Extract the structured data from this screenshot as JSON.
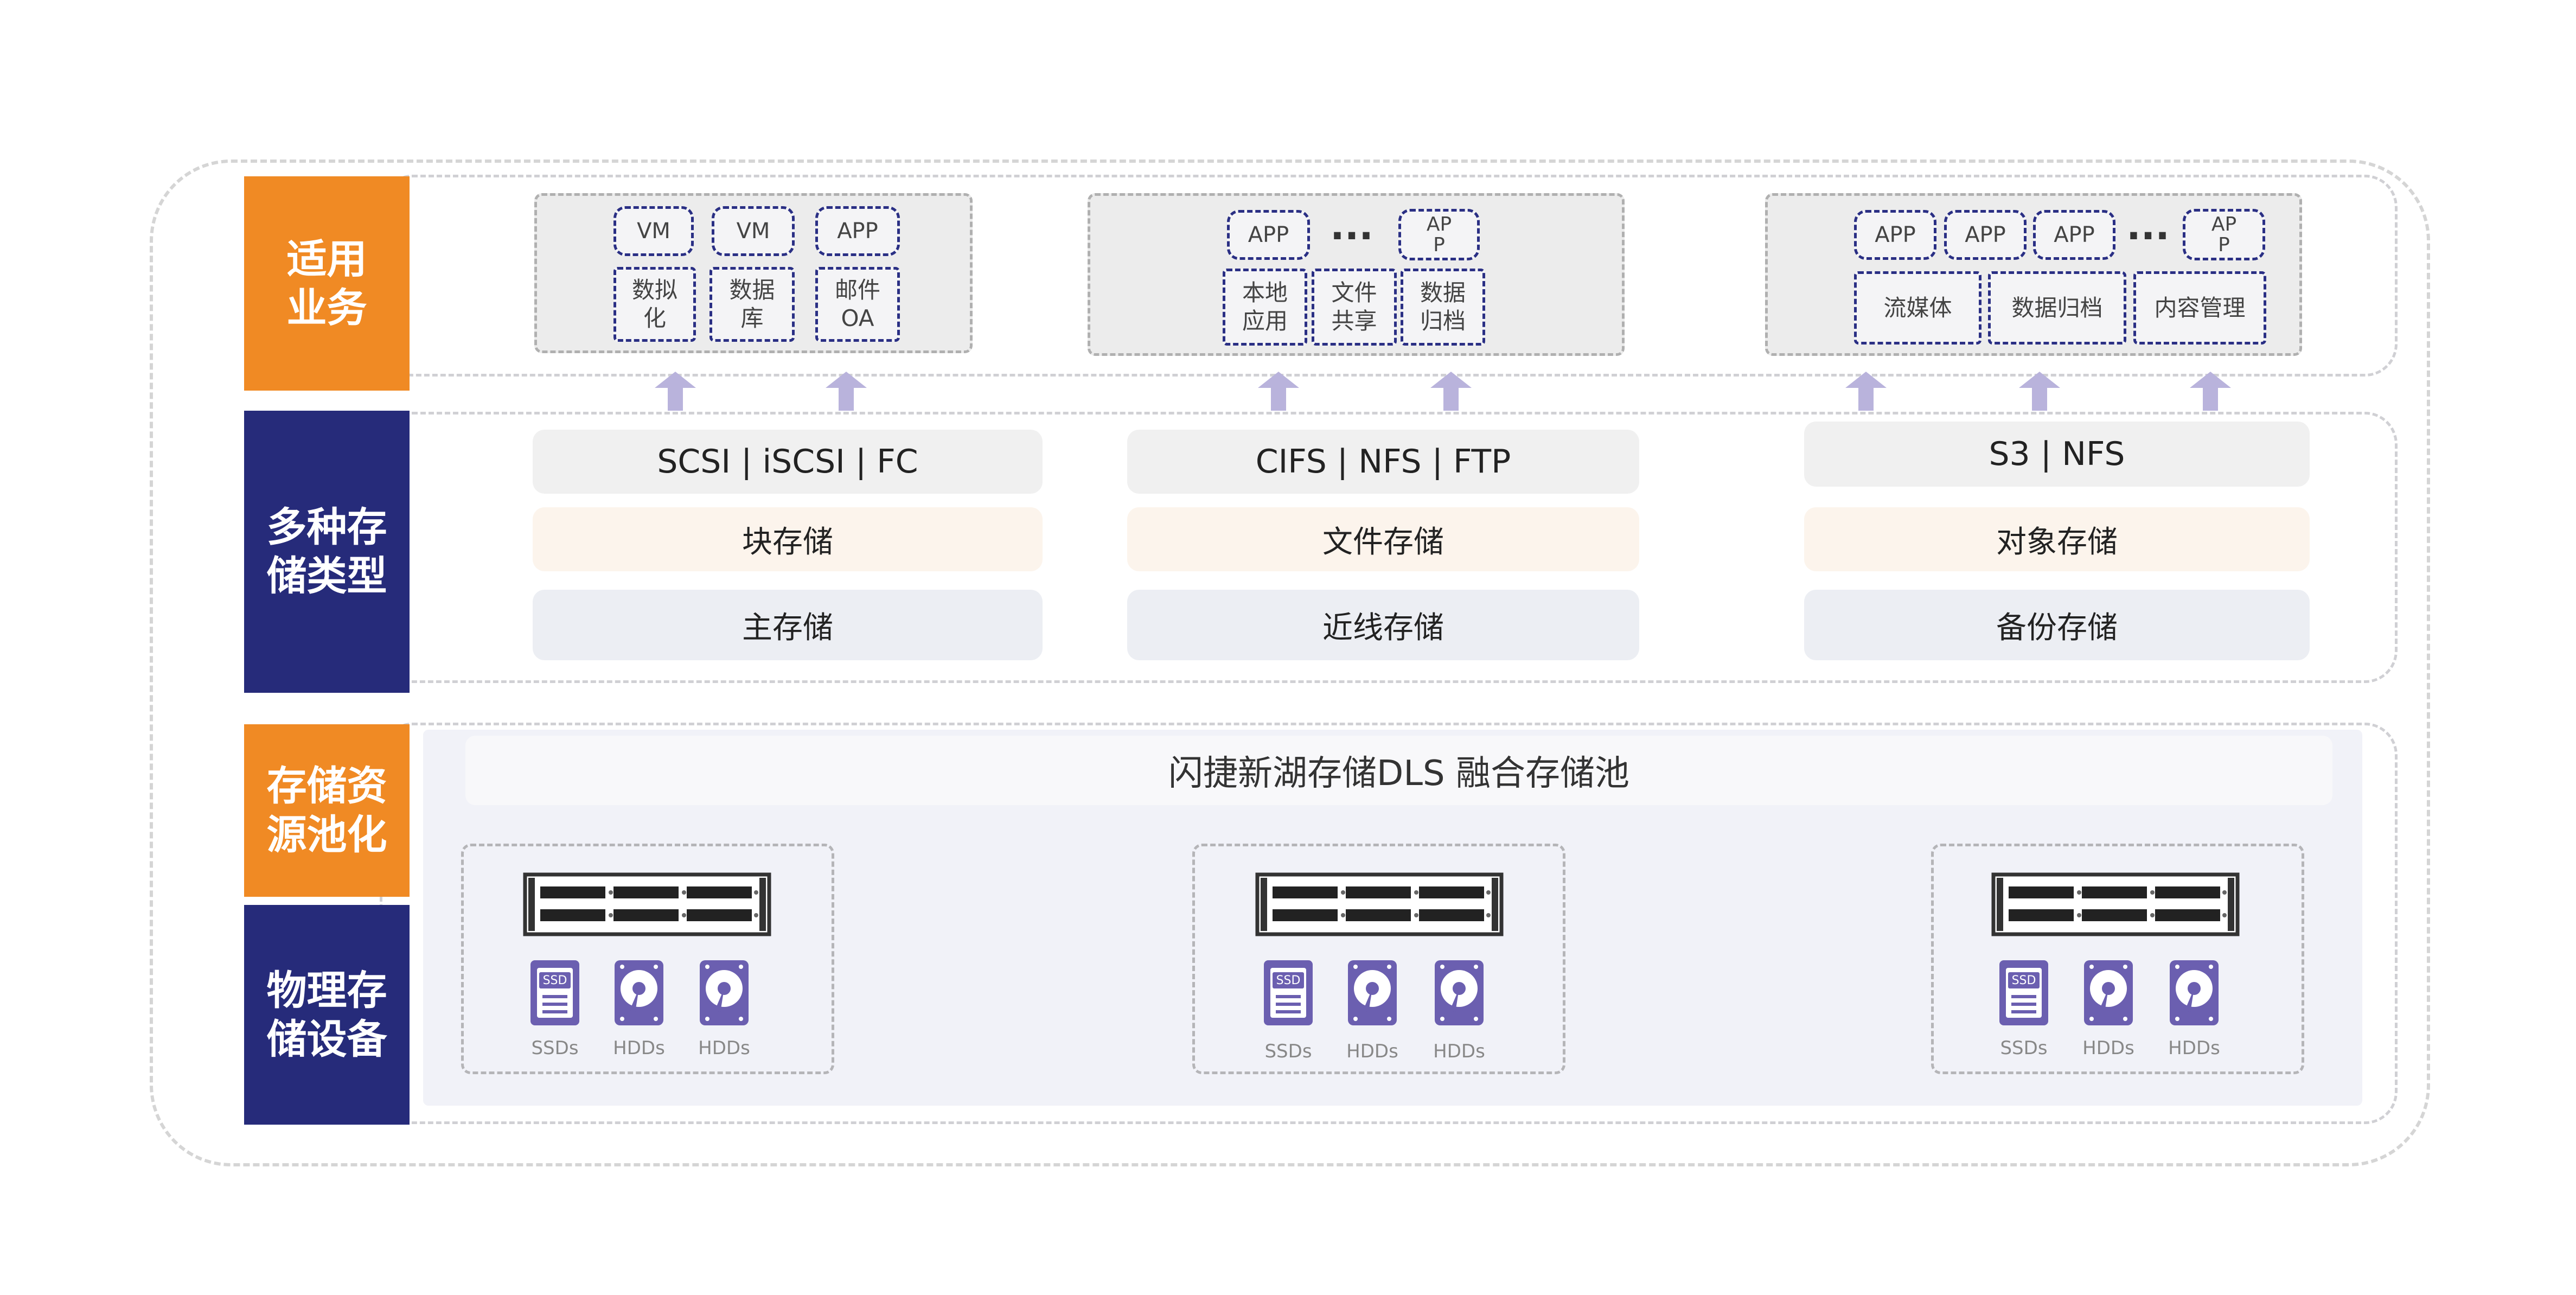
{
  "side_labels": [
    {
      "text": "适用\n业务",
      "color": "#f08a24"
    },
    {
      "text": "多种存\n储类型",
      "color": "#262b7a"
    },
    {
      "text": "存储资\n源池化",
      "color": "#f08a24"
    },
    {
      "text": "物理存\n储设备",
      "color": "#262b7a"
    }
  ],
  "apps": {
    "block": {
      "chips": [
        "VM",
        "VM",
        "APP"
      ],
      "cells": [
        "数拟\n化",
        "数据\n库",
        "邮件\nOA"
      ]
    },
    "file": {
      "chips": [
        "APP",
        "AP\nP"
      ],
      "dots": "···",
      "cells": [
        "本地\n应用",
        "文件\n共享",
        "数据\n归档"
      ]
    },
    "object": {
      "chips": [
        "APP",
        "APP",
        "APP",
        "AP\nP"
      ],
      "dots": "···",
      "cells": [
        "流媒体",
        "数据归档",
        "内容管理"
      ]
    }
  },
  "storage_columns": [
    {
      "protocol": "SCSI | iSCSI | FC",
      "type": "块存储",
      "tier": "主存储"
    },
    {
      "protocol": "CIFS | NFS | FTP",
      "type": "文件存储",
      "tier": "近线存储"
    },
    {
      "protocol": "S3 | NFS",
      "type": "对象存储",
      "tier": "备份存储"
    }
  ],
  "pool": {
    "title": "闪捷新湖存储DLS 融合存储池"
  },
  "nodes": [
    {
      "disks": [
        {
          "badge": "SSD",
          "label": "SSDs"
        },
        {
          "label": "HDDs"
        },
        {
          "label": "HDDs"
        }
      ]
    },
    {
      "disks": [
        {
          "badge": "SSD",
          "label": "SSDs"
        },
        {
          "label": "HDDs"
        },
        {
          "label": "HDDs"
        }
      ]
    },
    {
      "disks": [
        {
          "badge": "SSD",
          "label": "SSDs"
        },
        {
          "label": "HDDs"
        },
        {
          "label": "HDDs"
        }
      ]
    }
  ],
  "colors": {
    "orange": "#f08a24",
    "navy": "#262b7a",
    "arrow": "#b9b3dc",
    "disk": "#6b5fb0"
  }
}
